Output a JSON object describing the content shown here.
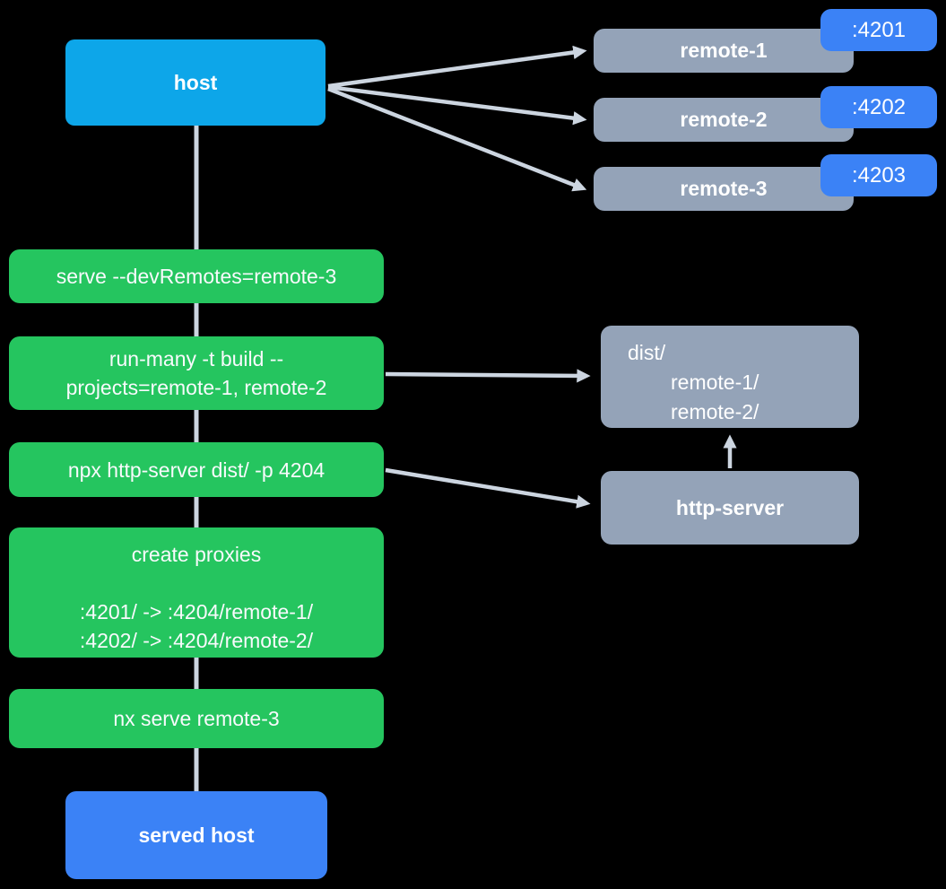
{
  "diagram": {
    "background": "#000000",
    "colors": {
      "host_blue": "#0da6e9",
      "accent_blue": "#3b82f6",
      "command_green": "#25c55f",
      "node_gray": "#94a3b8",
      "wire_gray": "#ccd5e0",
      "text_white": "#ffffff"
    },
    "host": {
      "label": "host"
    },
    "remotes": [
      {
        "label": "remote-1",
        "port": ":4201"
      },
      {
        "label": "remote-2",
        "port": ":4202"
      },
      {
        "label": "remote-3",
        "port": ":4203"
      }
    ],
    "commands": {
      "serve": {
        "label": "serve --devRemotes=remote-3"
      },
      "build": {
        "line1": "run-many -t build --",
        "line2": "projects=remote-1, remote-2"
      },
      "npx": {
        "label": "npx http-server dist/ -p 4204"
      },
      "proxies": {
        "title": "create proxies",
        "rule1": ":4201/ -> :4204/remote-1/",
        "rule2": ":4202/ -> :4204/remote-2/"
      },
      "nx_serve": {
        "label": "nx serve remote-3"
      }
    },
    "dist": {
      "title": "dist/",
      "entry1": "remote-1/",
      "entry2": "remote-2/"
    },
    "http_server": {
      "label": "http-server"
    },
    "served_host": {
      "label": "served host"
    }
  }
}
